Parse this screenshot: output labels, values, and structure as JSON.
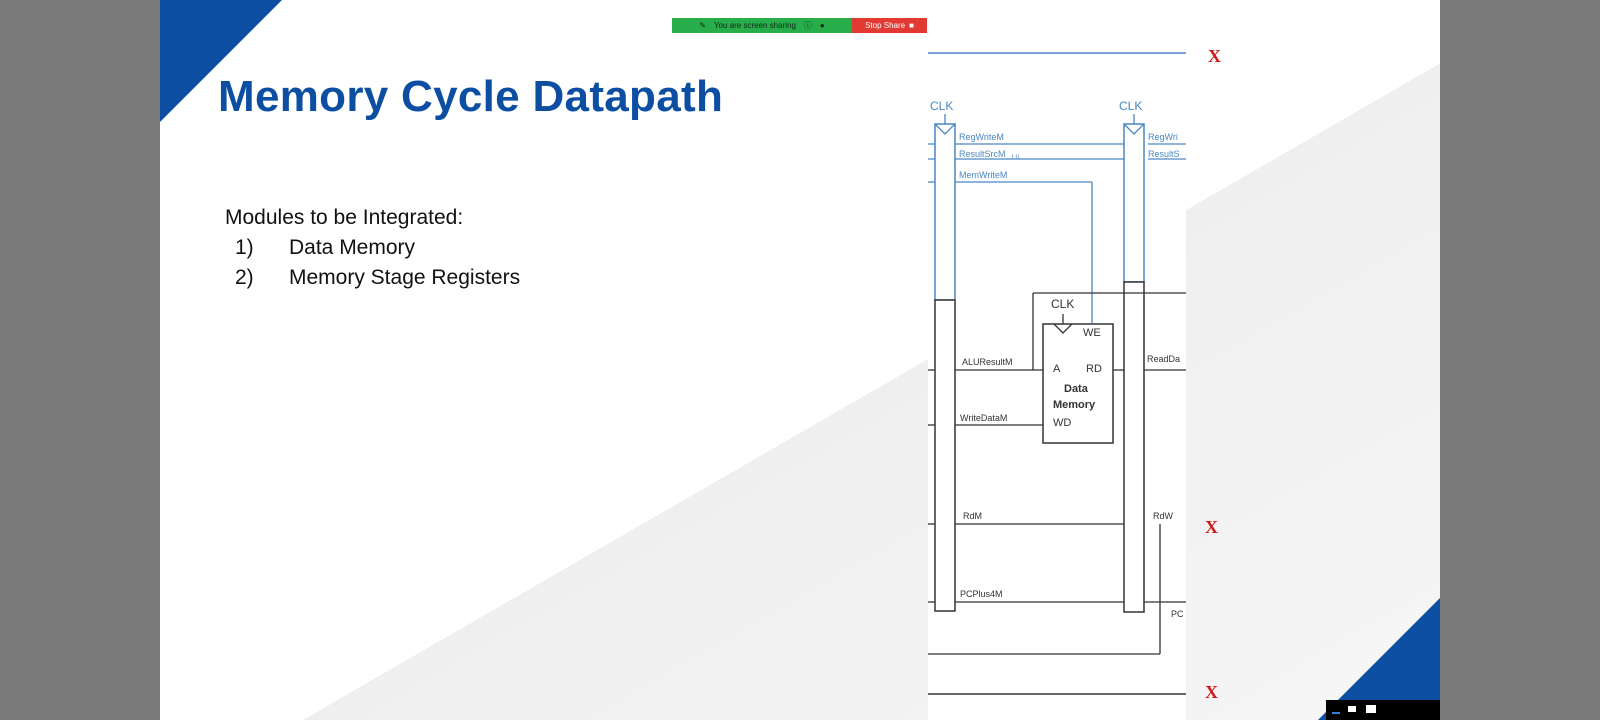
{
  "slide": {
    "title": "Memory Cycle Datapath",
    "subtitle": "Modules to be Integrated:",
    "items": [
      {
        "num": "1)",
        "text": "Data Memory"
      },
      {
        "num": "2)",
        "text": "Memory Stage Registers"
      }
    ],
    "accent_color": "#0b4ea2"
  },
  "share_bar": {
    "status_text": "You are screen sharing",
    "stop_label": "Stop Share",
    "green_color": "#27ae4a",
    "red_color": "#e23a32"
  },
  "diagram": {
    "clk_left": "CLK",
    "clk_right": "CLK",
    "clk_mem": "CLK",
    "regwrite_m": "RegWriteM",
    "resultsrc_m": "ResultSrcM",
    "resultsrc_m_sub": "1:0",
    "memwrite_m": "MemWriteM",
    "regwrite_w": "RegWri",
    "resultsrc_w": "ResultS",
    "aluresult_m": "ALUResultM",
    "writedata_m": "WriteDataM",
    "readdata_w": "ReadDa",
    "rd_m": "RdM",
    "rd_w": "RdW",
    "pcplus4_m": "PCPlus4M",
    "pc_w": "PC",
    "mem_we": "WE",
    "mem_a": "A",
    "mem_rd": "RD",
    "mem_wd": "WD",
    "mem_title_1": "Data",
    "mem_title_2": "Memory"
  },
  "annotations": {
    "x_mark": "X",
    "x_color": "#d01818"
  }
}
